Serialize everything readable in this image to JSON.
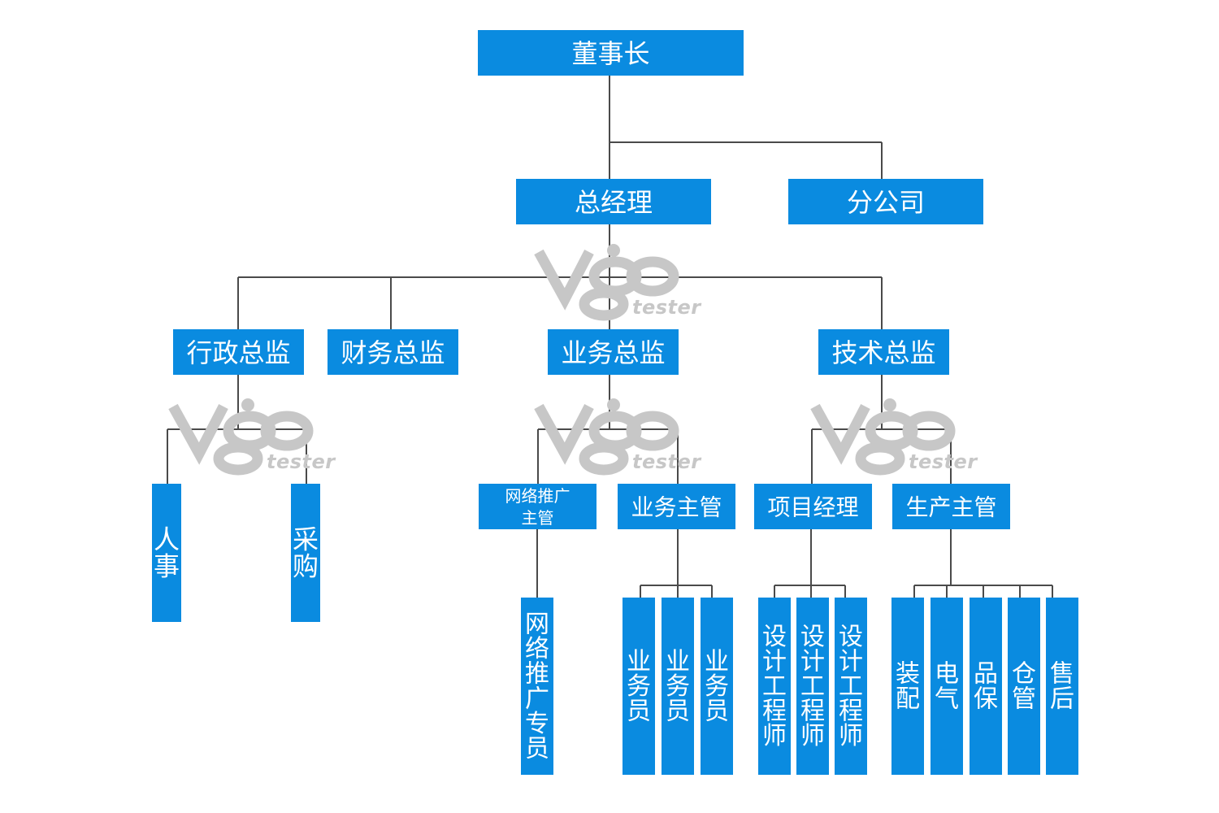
{
  "org": {
    "chairman": "董事长",
    "general_manager": "总经理",
    "branch": "分公司",
    "admin_director": "行政总监",
    "finance_director": "财务总监",
    "business_director": "业务总监",
    "tech_director": "技术总监",
    "hr": "人事",
    "purchasing": "采购",
    "network_promo_manager": "网络推广主管",
    "business_manager": "业务主管",
    "project_manager": "项目经理",
    "production_manager": "生产主管",
    "network_promo_specialist": "网络推广专员",
    "salesperson": "业务员",
    "design_engineer": "设计工程师",
    "assembly": "装配",
    "electrical": "电气",
    "quality": "品保",
    "warehouse": "仓管",
    "after_sales": "售后"
  },
  "watermark": {
    "brand": "vgo",
    "sub": "tester"
  },
  "colors": {
    "node": "#0a8be0",
    "line": "#4a4a4a",
    "watermark": "#c7c7c7"
  }
}
